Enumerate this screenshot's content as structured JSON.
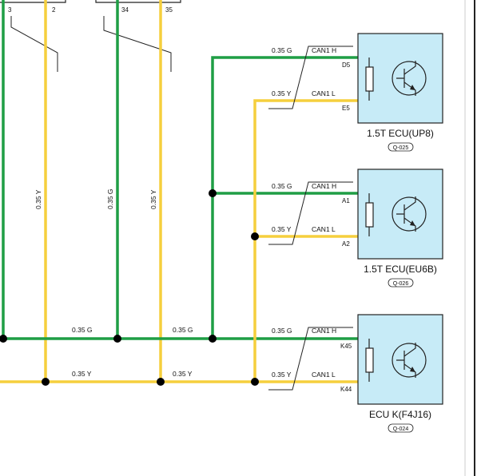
{
  "colors": {
    "green_wire": "#1f9e45",
    "yellow_wire": "#f5cf3d",
    "ecu_fill": "#c7ebf7",
    "line": "#222222",
    "dot": "#000000"
  },
  "top_connector": {
    "pins": [
      "3",
      "2",
      "34",
      "35"
    ]
  },
  "vertical_wires": [
    "0.35 Y",
    "0.35 G",
    "0.35 Y"
  ],
  "bus_labels": {
    "green_left": "0.35 G",
    "green_mid": "0.35 G",
    "yellow_left": "0.35 Y",
    "yellow_mid": "0.35 Y"
  },
  "ecus": [
    {
      "title": "1.5T ECU(UP8)",
      "code": "Q-025",
      "can_h": {
        "wire": "0.35 G",
        "signal": "CAN1 H",
        "pin": "D5"
      },
      "can_l": {
        "wire": "0.35 Y",
        "signal": "CAN1 L",
        "pin": "E5"
      }
    },
    {
      "title": "1.5T ECU(EU6B)",
      "code": "Q-026",
      "can_h": {
        "wire": "0.35 G",
        "signal": "CAN1 H",
        "pin": "A1"
      },
      "can_l": {
        "wire": "0.35 Y",
        "signal": "CAN1 L",
        "pin": "A2"
      }
    },
    {
      "title": "ECU K(F4J16)",
      "code": "Q-024",
      "can_h": {
        "wire": "0.35 G",
        "signal": "CAN1 H",
        "pin": "K45"
      },
      "can_l": {
        "wire": "0.35 Y",
        "signal": "CAN1 L",
        "pin": "K44"
      }
    }
  ]
}
